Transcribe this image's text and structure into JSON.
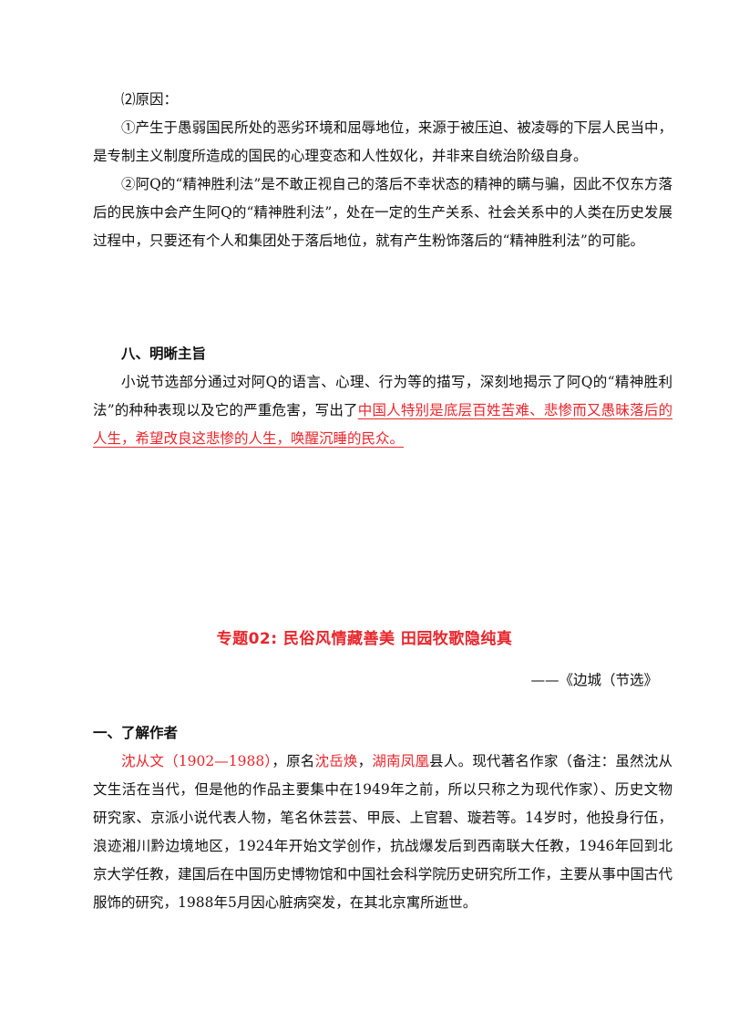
{
  "section_reason": {
    "heading": "⑵原因：",
    "item1": "①产生于愚弱国民所处的恶劣环境和屈辱地位，来源于被压迫、被凌辱的下层人民当中，是专制主义制度所造成的国民的心理变态和人性奴化，并非来自统治阶级自身。",
    "item2": "②阿Q的“精神胜利法”是不敢正视自己的落后不幸状态的精神的瞒与骗，因此不仅东方落后的民族中会产生阿Q的“精神胜利法”，处在一定的生产关系、社会关系中的人类在历史发展过程中，只要还有个人和集团处于落后地位，就有产生粉饰落后的“精神胜利法”的可能。"
  },
  "section_theme": {
    "heading": "八、明晰主旨",
    "text_before": "小说节选部分通过对阿Q的语言、心理、行为等的描写，深刻地揭示了阿Q的“精神胜利法”的种种表现以及它的严重危害，写出了",
    "text_highlight": "中国人特别是底层百姓苦难、悲惨而又愚昧落后的人生，希望改良这悲惨的人生，唤醒沉睡的民众。"
  },
  "topic": {
    "title": "专题02:   民俗风情藏善美   田园牧歌隐纯真",
    "subtitle": "——《边城（节选》"
  },
  "section_author": {
    "heading": "一、了解作者",
    "name_red": "沈从文（1902—1988）",
    "text1": "，原名",
    "orig_name_red": "沈岳焕",
    "text2": "，",
    "place_red": "湖南凤凰",
    "text3": "县人。现代著名作家（备注：虽然沈从文生活在当代，但是他的作品主要集中在1949年之前，所以只称之为现代作家）、历史文物研究家、京派小说代表人物，笔名休芸芸、甲辰、上官碧、璇若等。14岁时，他投身行伍，浪迹湘川黔边境地区，1924年开始文学创作，抗战爆发后到西南联大任教，1946年回到北京大学任教，建国后在中国历史博物馆和中国社会科学院历史研究所工作，主要从事中国古代服饰的研究，1988年5月因心脏病突发，在其北京寓所逝世。"
  }
}
